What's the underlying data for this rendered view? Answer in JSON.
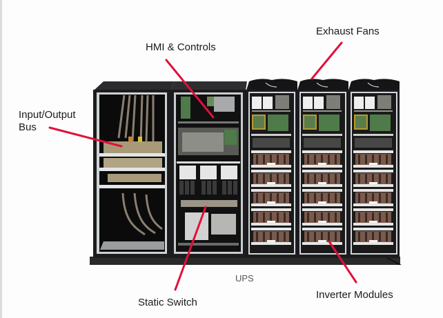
{
  "diagram": {
    "subject": "UPS",
    "caption": "UPS",
    "callouts": [
      {
        "id": "input-output-bus",
        "label_line1": "Input/Output",
        "label_line2": "Bus"
      },
      {
        "id": "hmi-controls",
        "label": "HMI & Controls"
      },
      {
        "id": "exhaust-fans",
        "label": "Exhaust Fans"
      },
      {
        "id": "static-switch",
        "label": "Static Switch"
      },
      {
        "id": "inverter-modules",
        "label": "Inverter Modules"
      }
    ],
    "cabinets": [
      "input-output-cabinet",
      "static-switch-cabinet",
      "inverter-cabinet-1",
      "inverter-cabinet-2",
      "inverter-cabinet-3"
    ],
    "colors": {
      "callout_line": "#e0103a",
      "cabinet_frame": "#1c1c1e",
      "cabinet_interior": "#0d0d0d",
      "module_copper": "#7a5a4c",
      "module_tray": "#e6e6e6",
      "pcb_green": "#4f7a4a"
    }
  }
}
